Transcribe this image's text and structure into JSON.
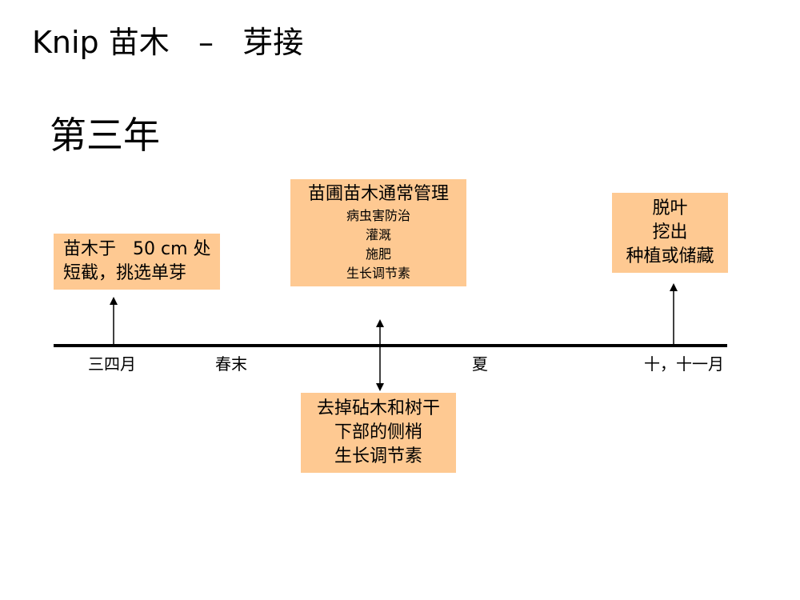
{
  "title": "Knip 苗木   –   芽接",
  "year": "第三年",
  "boxes": {
    "left": [
      "苗木于   50 cm 处",
      "短截，挑选单芽"
    ],
    "middle": {
      "heading": "苗圃苗木通常管理",
      "items": [
        "病虫害防治",
        "灌溉",
        "施肥",
        "生长调节素"
      ]
    },
    "right": [
      "脱叶",
      "挖出",
      "种植或储藏"
    ],
    "bottom": [
      "去掉砧木和树干",
      "下部的侧梢",
      "生长调节素"
    ]
  },
  "timeline_labels": [
    "三四月",
    "春末",
    "夏",
    "十，十一月"
  ],
  "colors": {
    "box_fill": "#fec992",
    "line": "#000000"
  }
}
